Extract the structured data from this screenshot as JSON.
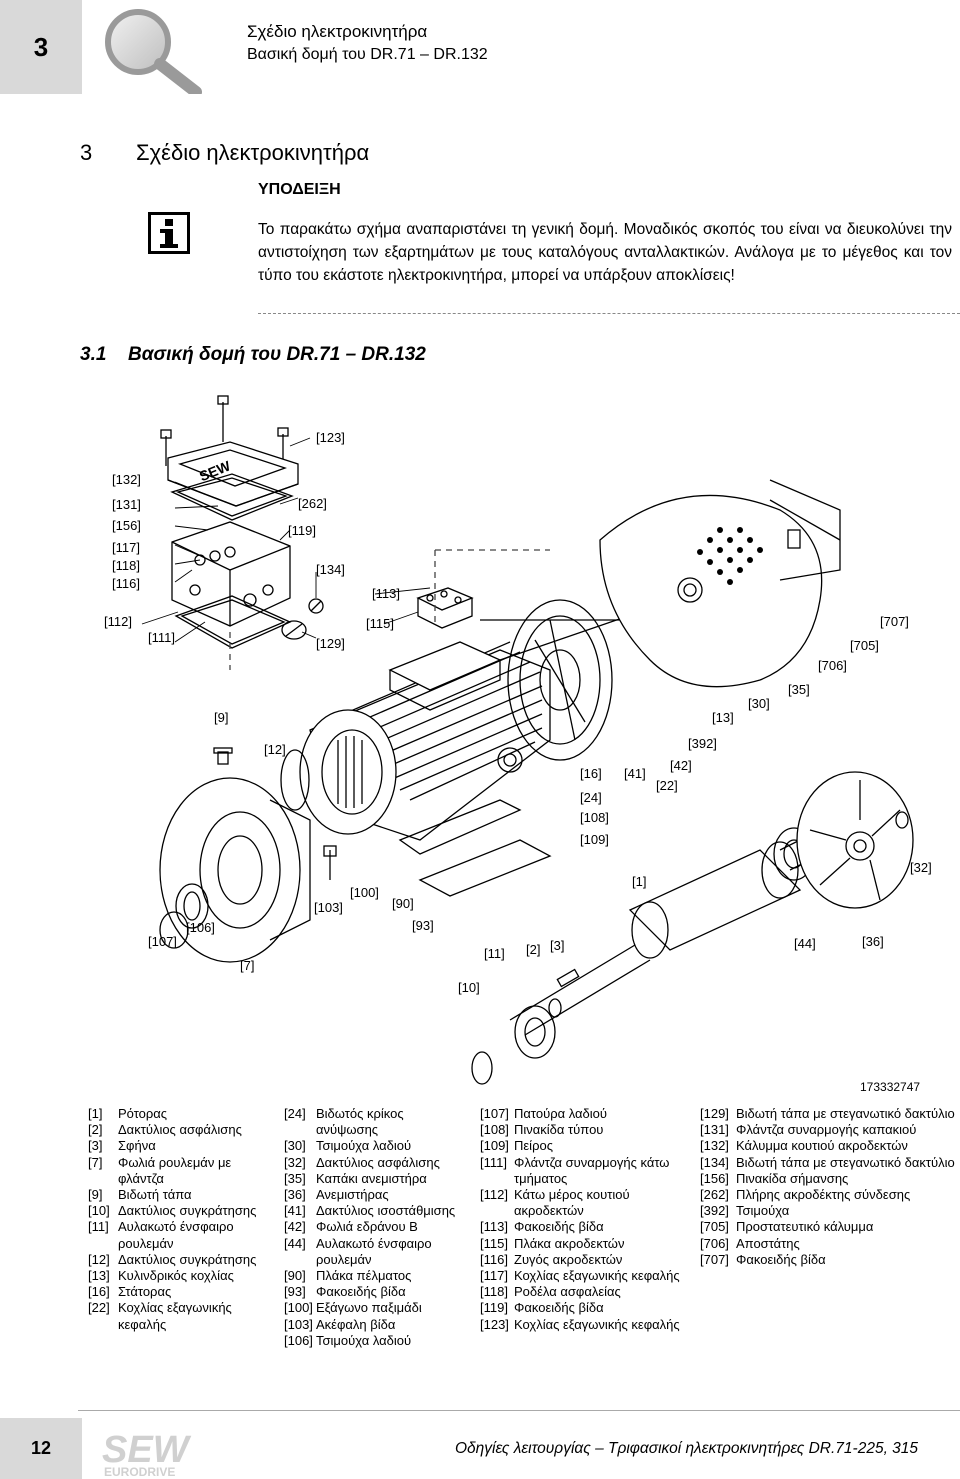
{
  "header": {
    "chapter_number": "3",
    "title": "Σχέδιο ηλεκτροκινητήρα",
    "subtitle": "Βασική δομή του DR.71 – DR.132"
  },
  "section": {
    "number": "3",
    "title": "Σχέδιο ηλεκτροκινητήρα"
  },
  "note": {
    "heading": "ΥΠΟΔΕΙΞΗ",
    "text": "Το παρακάτω σχήμα αναπαριστάνει τη γενική δομή. Μοναδικός σκοπός του είναι να διευκολύνει την αντιστοίχηση των εξαρτημάτων με τους καταλόγους ανταλλακτικών. Ανάλογα με το μέγεθος και τον τύπο του εκάστοτε ηλεκτροκινητήρα, μπορεί να υπάρξουν αποκλίσεις!"
  },
  "subsection": {
    "number": "3.1",
    "title": "Βασική δομή του DR.71 – DR.132"
  },
  "figure_id": "173332747",
  "callouts": [
    "[123]",
    "[132]",
    "[131]",
    "[262]",
    "[156]",
    "[119]",
    "[117]",
    "[118]",
    "[134]",
    "[116]",
    "[113]",
    "[112]",
    "[111]",
    "[115]",
    "[129]",
    "[707]",
    "[705]",
    "[706]",
    "[35]",
    "[30]",
    "[9]",
    "[13]",
    "[392]",
    "[12]",
    "[42]",
    "[16]",
    "[41]",
    "[22]",
    "[24]",
    "[108]",
    "[109]",
    "[1]",
    "[32]",
    "[100]",
    "[103]",
    "[90]",
    "[93]",
    "[106]",
    "[107]",
    "[44]",
    "[36]",
    "[11]",
    "[2]",
    "[3]",
    "[7]",
    "[10]"
  ],
  "legend": {
    "col1": [
      {
        "code": "[1]",
        "desc": "Ρότορας"
      },
      {
        "code": "[2]",
        "desc": "Δακτύλιος ασφάλισης"
      },
      {
        "code": "[3]",
        "desc": "Σφήνα"
      },
      {
        "code": "[7]",
        "desc": "Φωλιά ρουλεμάν με φλάντζα"
      },
      {
        "code": "[9]",
        "desc": "Βιδωτή τάπα"
      },
      {
        "code": "[10]",
        "desc": "Δακτύλιος συγκράτησης"
      },
      {
        "code": "[11]",
        "desc": "Αυλακωτό ένσφαιρο ρουλεμάν"
      },
      {
        "code": "[12]",
        "desc": "Δακτύλιος συγκράτησης"
      },
      {
        "code": "[13]",
        "desc": "Κυλινδρικός κοχλίας"
      },
      {
        "code": "[16]",
        "desc": "Στάτορας"
      },
      {
        "code": "[22]",
        "desc": "Κοχλίας εξαγωνικής κεφαλής"
      }
    ],
    "col2": [
      {
        "code": "[24]",
        "desc": "Βιδωτός κρίκος ανύψωσης"
      },
      {
        "code": "[30]",
        "desc": "Τσιμούχα λαδιού"
      },
      {
        "code": "[32]",
        "desc": "Δακτύλιος ασφάλισης"
      },
      {
        "code": "[35]",
        "desc": "Καπάκι ανεμιστήρα"
      },
      {
        "code": "[36]",
        "desc": "Ανεμιστήρας"
      },
      {
        "code": "[41]",
        "desc": "Δακτύλιος ισοστάθμισης"
      },
      {
        "code": "[42]",
        "desc": "Φωλιά εδράνου B"
      },
      {
        "code": "[44]",
        "desc": "Αυλακωτό ένσφαιρο ρουλεμάν"
      },
      {
        "code": "[90]",
        "desc": "Πλάκα πέλματος"
      },
      {
        "code": "[93]",
        "desc": "Φακοειδής βίδα"
      },
      {
        "code": "[100]",
        "desc": "Εξάγωνο παξιμάδι"
      },
      {
        "code": "[103]",
        "desc": "Ακέφαλη βίδα"
      },
      {
        "code": "[106]",
        "desc": "Τσιμούχα λαδιού"
      }
    ],
    "col3": [
      {
        "code": "[107]",
        "desc": "Πατούρα λαδιού"
      },
      {
        "code": "[108]",
        "desc": "Πινακίδα τύπου"
      },
      {
        "code": "[109]",
        "desc": "Πείρος"
      },
      {
        "code": "[111]",
        "desc": "Φλάντζα συναρμογής κάτω τμήματος"
      },
      {
        "code": "[112]",
        "desc": "Κάτω μέρος κουτιού ακροδεκτών"
      },
      {
        "code": "[113]",
        "desc": "Φακοειδής βίδα"
      },
      {
        "code": "[115]",
        "desc": "Πλάκα ακροδεκτών"
      },
      {
        "code": "[116]",
        "desc": "Ζυγός ακροδεκτών"
      },
      {
        "code": "[117]",
        "desc": "Κοχλίας εξαγωνικής κεφαλής"
      },
      {
        "code": "[118]",
        "desc": "Ροδέλα ασφαλείας"
      },
      {
        "code": "[119]",
        "desc": "Φακοειδής βίδα"
      },
      {
        "code": "[123]",
        "desc": "Κοχλίας εξαγωνικής κεφαλής"
      }
    ],
    "col4": [
      {
        "code": "[129]",
        "desc": "Βιδωτή τάπα με στεγανωτικό δακτύλιο"
      },
      {
        "code": "[131]",
        "desc": "Φλάντζα συναρμογής καπακιού"
      },
      {
        "code": "[132]",
        "desc": "Κάλυμμα κουτιού ακροδεκτών"
      },
      {
        "code": "[134]",
        "desc": "Βιδωτή τάπα με στεγανωτικό δακτύλιο"
      },
      {
        "code": "[156]",
        "desc": "Πινακίδα σήμανσης"
      },
      {
        "code": "[262]",
        "desc": "Πλήρης ακροδέκτης σύνδεσης"
      },
      {
        "code": "[392]",
        "desc": "Τσιμούχα"
      },
      {
        "code": "[705]",
        "desc": "Προστατευτικό κάλυμμα"
      },
      {
        "code": "[706]",
        "desc": "Αποστάτης"
      },
      {
        "code": "[707]",
        "desc": "Φακοειδής βίδα"
      }
    ]
  },
  "footer": {
    "page_number": "12",
    "logo_text": "SEW",
    "logo_subtext": "EURODRIVE",
    "text": "Οδηγίες λειτουργίας – Τριφασικοί ηλεκτροκινητήρες DR.71-225, 315"
  }
}
